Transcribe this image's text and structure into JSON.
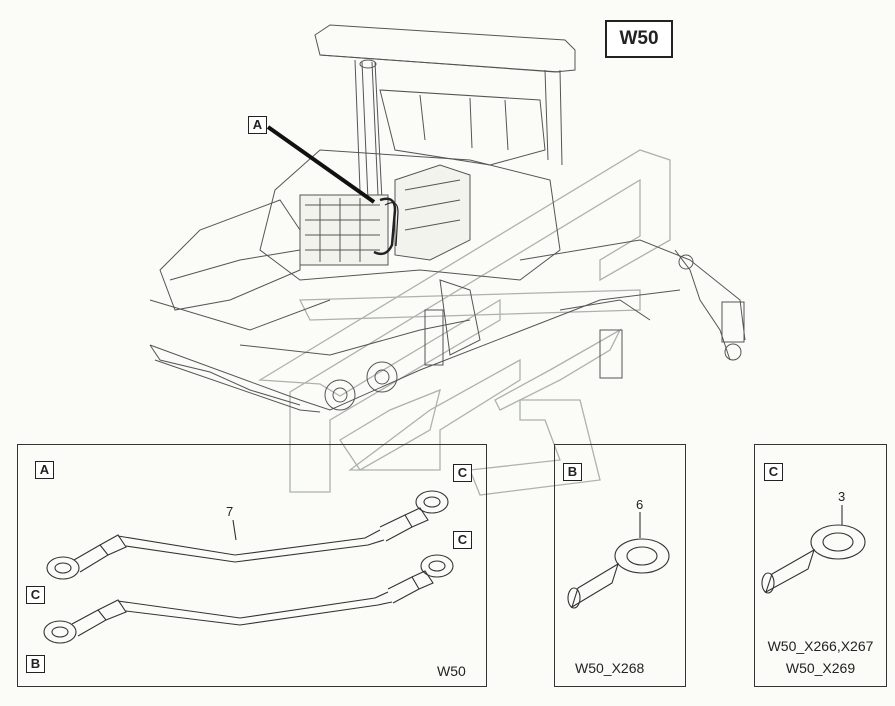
{
  "header": {
    "title": "W50"
  },
  "machine": {
    "callout_a": "A"
  },
  "panel_left": {
    "tag_a": "A",
    "tag_c_top": "C",
    "tag_c_right": "C",
    "tag_c_left": "C",
    "tag_b": "B",
    "part_number": "7",
    "caption": "W50"
  },
  "panel_middle": {
    "tag": "B",
    "part_number": "6",
    "caption": "W50_X268"
  },
  "panel_right": {
    "tag": "C",
    "part_number": "3",
    "caption_line1": "W50_X266,X267",
    "caption_line2": "W50_X269"
  },
  "colors": {
    "line": "#333333",
    "watermark": "#9aa09a",
    "background": "#fbfbf7"
  }
}
